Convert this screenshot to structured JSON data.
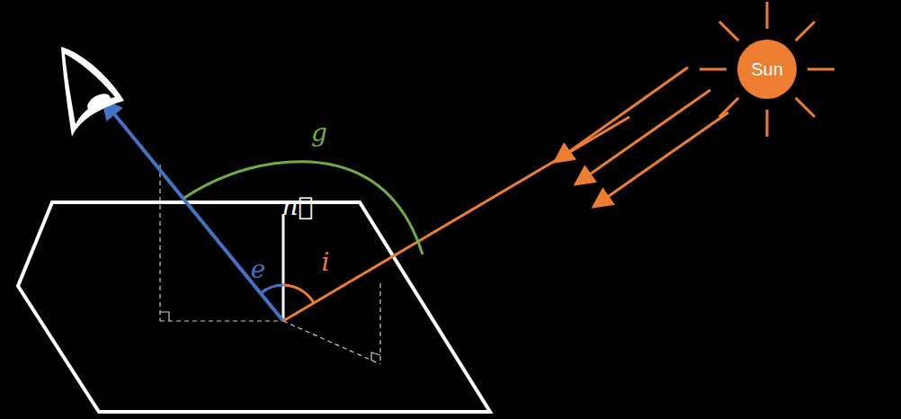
{
  "diagram": {
    "nodes": [
      {
        "text": [
          "Sun"
        ]
      }
    ],
    "labels": [
      "g",
      "n⃗",
      "e",
      "i"
    ]
  }
}
